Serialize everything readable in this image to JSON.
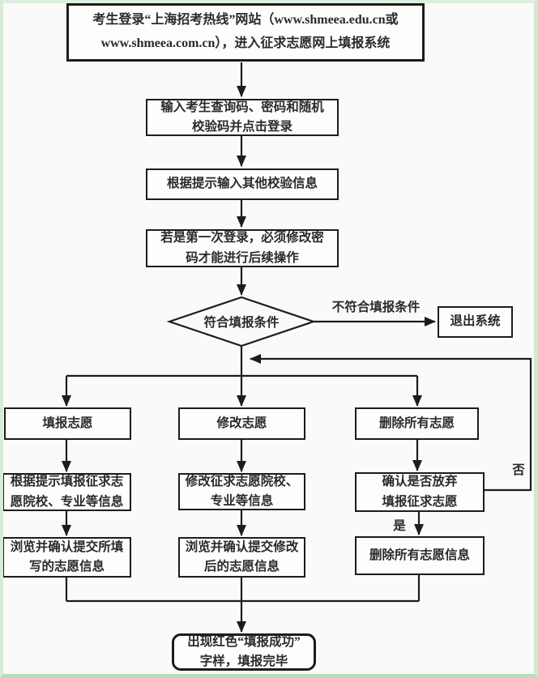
{
  "colors": {
    "line": "#1c1c1c",
    "box_background": "#fdfdfc",
    "page_background": "#fafaf8",
    "frame_green": "#cfe8cf",
    "text": "#2a2a2a"
  },
  "nodes": {
    "start": "考生登录“上海招考热线”网站（www.shmeea.edu.cn或\nwww.shmeea.com.cn），进入征求志愿网上填报系统",
    "enter_credentials": "输入考生查询码、密码和随机\n校验码并点击登录",
    "other_verification": "根据提示输入其他校验信息",
    "first_login": "若是第一次登录，必须修改密\n码才能进行后续操作",
    "decision_eligible": "符合填报条件",
    "exit_system": "退出系统",
    "fill_preferences": "填报志愿",
    "modify_preferences": "修改志愿",
    "delete_all": "删除所有志愿",
    "fill_details": "根据提示填报征求志\n愿院校、专业等信息",
    "modify_details": "修改征求志愿院校、\n专业等信息",
    "confirm_abandon": "确认是否放弃\n填报征求志愿",
    "review_filled": "浏览并确认提交所填\n写的志愿信息",
    "review_modified": "浏览并确认提交修改\n后的志愿信息",
    "delete_all_info": "删除所有志愿信息",
    "success": "出现红色“填报成功”\n字样，填报完毕"
  },
  "edge_labels": {
    "not_eligible": "不符合填报条件",
    "no": "否",
    "yes": "是"
  }
}
